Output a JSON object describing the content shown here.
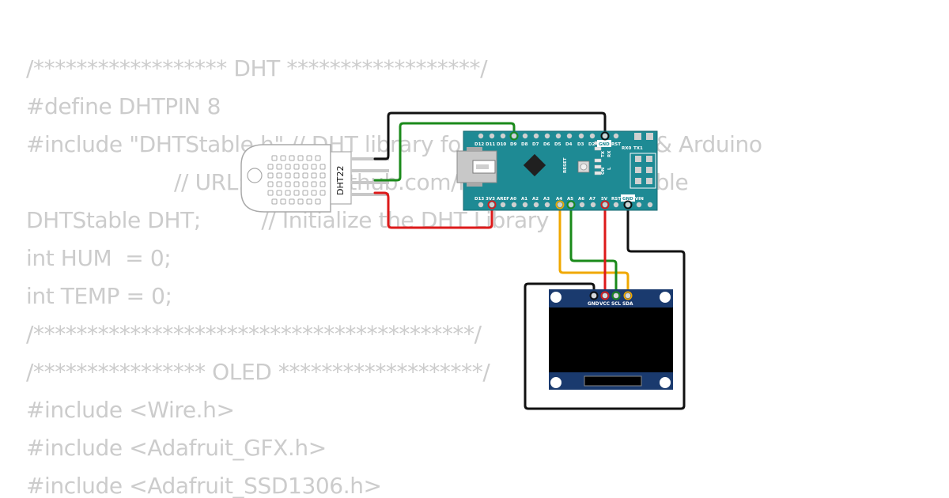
{
  "code": {
    "lines": [
      "/****************** DHT ******************/",
      "#define DHTPIN 8",
      "#include \"DHTStable.h\" // DHT library for DHT22/DHT11 && Arduino",
      "                      // URL: https://github.com/RobTillaart/DHTstable",
      "DHTStable DHT;         // Initialize the DHT Library",
      "int HUM  = 0;",
      "int TEMP = 0;",
      "/*****************************************/",
      "/**************** OLED *******************/",
      "#include <Wire.h>",
      "#include <Adafruit_GFX.h>",
      "#include <Adafruit_SSD1306.h>"
    ]
  },
  "dht": {
    "label": "DHT22"
  },
  "nano": {
    "top_pins": [
      "D12",
      "D11",
      "D10",
      "D9",
      "D8",
      "D7",
      "D6",
      "D5",
      "D4",
      "D3",
      "D2",
      "GND",
      "RST"
    ],
    "bottom_pins": [
      "D13",
      "3V3",
      "AREF",
      "A0",
      "A1",
      "A2",
      "A3",
      "A4",
      "A5",
      "A6",
      "A7",
      "5V",
      "RST",
      "GND",
      "VIN"
    ],
    "rx": "RX0",
    "tx": "TX1",
    "reset_label": "RESET",
    "l_label": "L",
    "on_label": "ON",
    "tx_label": "TX",
    "rx_label": "RX"
  },
  "oled": {
    "pins": [
      "GND",
      "VCC",
      "SCL",
      "SDA"
    ]
  },
  "colors": {
    "black_wire": "#111111",
    "green_wire": "#1a8a1a",
    "red_wire": "#dd1a1a",
    "yellow_wire": "#f0a800",
    "nano_board": "#1e8a94",
    "oled_board": "#1a3a6e"
  }
}
